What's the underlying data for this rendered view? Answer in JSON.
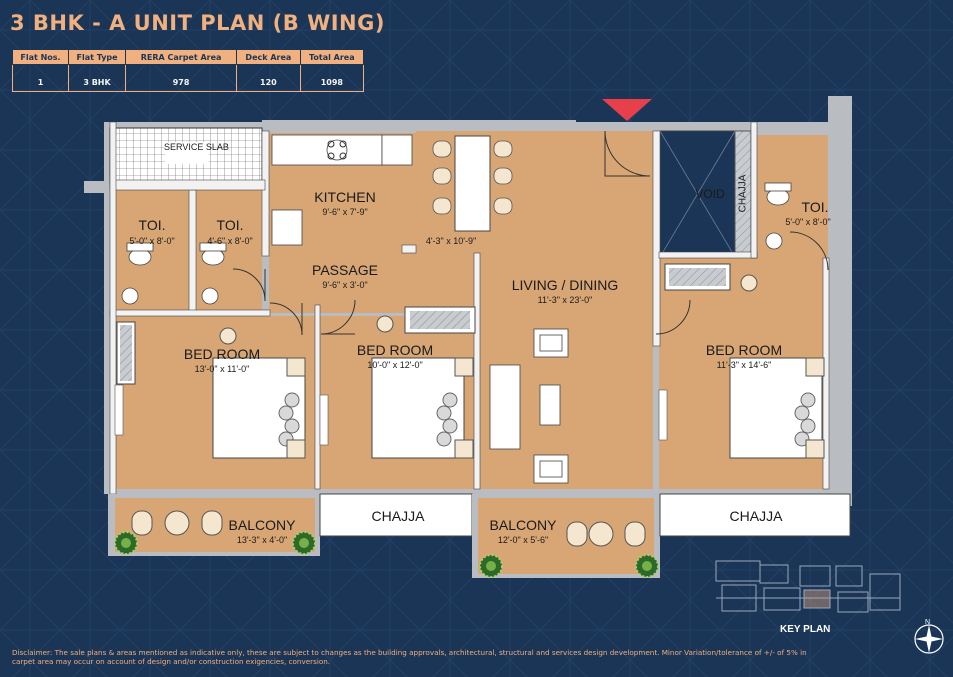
{
  "title": "3 BHK - A UNIT PLAN (B WING)",
  "table": {
    "headers": [
      "Flat Nos.",
      "Flat Type",
      "RERA Carpet Area",
      "Deck Area",
      "Total Area"
    ],
    "row": [
      "1",
      "3 BHK",
      "978",
      "120",
      "1098"
    ]
  },
  "rooms": {
    "service_slab": "SERVICE SLAB",
    "toi1": {
      "name": "TOI.",
      "dim": "5'-0\" x 8'-0\""
    },
    "toi2": {
      "name": "TOI.",
      "dim": "4'-6\" x 8'-0\""
    },
    "kitchen": {
      "name": "KITCHEN",
      "dim": "9'-6\" x 7'-9\""
    },
    "passage": {
      "name": "PASSAGE",
      "dim": "9'-6\" x 3'-0\""
    },
    "foyer_dim": "4'-3\" x 10'-9\"",
    "living": {
      "name": "LIVING / DINING",
      "dim": "11'-3\" x 23'-0\""
    },
    "void": "VOID",
    "chajja_vertical": "CHAJJA",
    "toi3": {
      "name": "TOI.",
      "dim": "5'-0\" x 8'-0\""
    },
    "bed1": {
      "name": "BED ROOM",
      "dim": "13'-0\" x 11'-0\""
    },
    "bed2": {
      "name": "BED ROOM",
      "dim": "10'-0\" x 12'-0\""
    },
    "bed3": {
      "name": "BED ROOM",
      "dim": "11'-3\" x 14'-6\""
    },
    "balcony1": {
      "name": "BALCONY",
      "dim": "13'-3\" x 4'-0\""
    },
    "chajja1": "CHAJJA",
    "balcony2": {
      "name": "BALCONY",
      "dim": "12'-0\" x 5'-6\""
    },
    "chajja2": "CHAJJA"
  },
  "key_plan_label": "KEY PLAN",
  "disclaimer": "Disclaimer: The sale plans & areas mentioned as indicative only, these are subject to changes as the building approvals, architectural, structural and services design development. Minor Variation/tolerance of +/- of 5% in carpet area may occur on account of design and/or construction exigencies, conversion.",
  "colors": {
    "background": "#1b3556",
    "accent": "#f1b07f",
    "floor": "#d8a674",
    "wall": "#b9bcc0",
    "entry_marker": "#e8404a"
  },
  "icons": [
    "entry-arrow-icon",
    "compass-icon",
    "plant-icon"
  ]
}
